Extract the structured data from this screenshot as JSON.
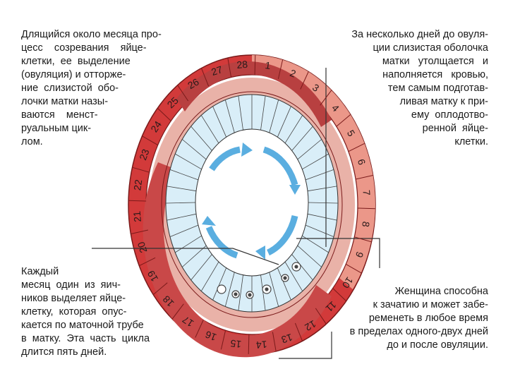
{
  "texts": {
    "top_left": "Длящийся около месяца про-\nцесс    созревания    яйце-\nклетки,  ее  выделение\n(овуляция) и отторже-\nние  слизистой  обо-\nлочки матки назы-\nваются    менст-\nруальным цик-\nлом.",
    "top_right": "За несколько дней до овуля-\nции слизистая оболочка\nматки   утолщается   и\nнаполняется   кровью,\nтем самым подготав-\nливая матку к при-\nему  оплодотво-\nренной  яйце-\nклетки.",
    "bottom_left": "Каждый\nмесяц  один  из  яич-\nников выделяет яйце-\nклетку,  которая  опус-\nкается по маточной трубе\nв  матку.  Эта  часть  цикла\nдлится пять дней.",
    "bottom_right": "Женщина способна\nк зачатию и может забе-\nременеть в любое время\nв пределах одного-двух дней\nдо и после овуляции."
  },
  "days": [
    "1",
    "2",
    "3",
    "4",
    "5",
    "6",
    "7",
    "8",
    "9",
    "10",
    "11",
    "12",
    "13",
    "14",
    "15",
    "16",
    "17",
    "18",
    "19",
    "20",
    "21",
    "22",
    "23",
    "24",
    "25",
    "26",
    "27",
    "28"
  ],
  "colors": {
    "ring_dark": "#d23a3a",
    "ring_light": "#f3b6a8",
    "lining": "#c94848",
    "inner_fill": "#d9eef8",
    "center_fill": "#ffffff",
    "arrows": "#5aaee0"
  }
}
